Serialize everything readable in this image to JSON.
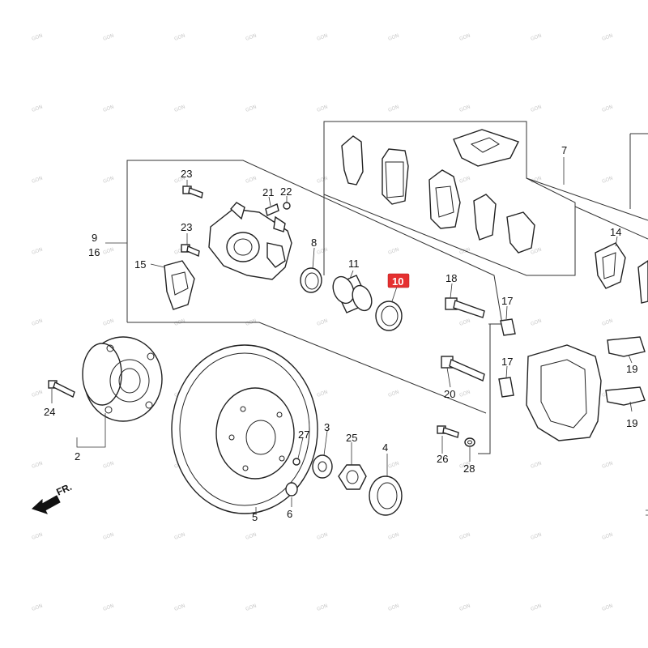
{
  "watermark": "GON",
  "callouts": {
    "n2": "2",
    "n3": "3",
    "n4": "4",
    "n5": "5",
    "n6": "6",
    "n7": "7",
    "n8": "8",
    "n9": "9",
    "n10": "10",
    "n11": "11",
    "n14": "14",
    "n15": "15",
    "n16": "16",
    "n17a": "17",
    "n17b": "17",
    "n18": "18",
    "n19a": "19",
    "n19b": "19",
    "n20": "20",
    "n21": "21",
    "n22": "22",
    "n23a": "23",
    "n23b": "23",
    "n24": "24",
    "n25": "25",
    "n26": "26",
    "n27": "27",
    "n28": "28"
  },
  "highlighted_part": "10",
  "highlight_color": "#e53030",
  "front_arrow": "FR."
}
